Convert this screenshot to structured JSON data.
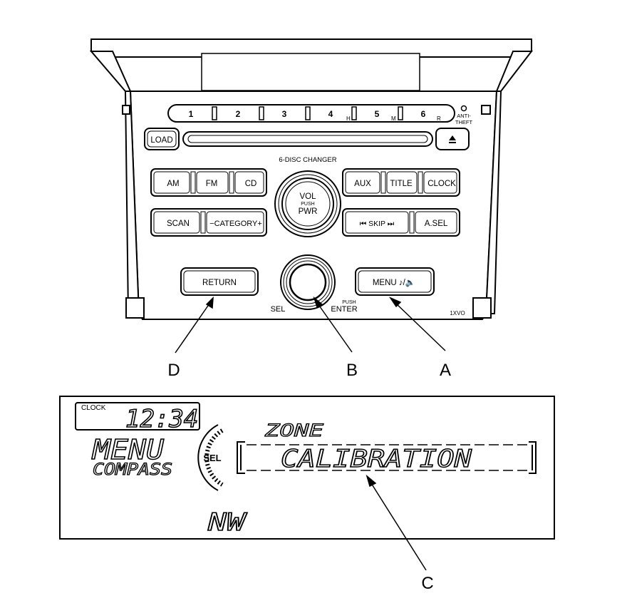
{
  "radio": {
    "presets": [
      "1",
      "2",
      "3",
      "4",
      "5",
      "6"
    ],
    "preset_sub": {
      "h": "H",
      "m": "M",
      "r": "R"
    },
    "antitheft": [
      "ANTI-",
      "THEFT"
    ],
    "load": "LOAD",
    "eject_icon": "eject-icon",
    "disc_changer": "6-DISC CHANGER",
    "am": "AM",
    "fm": "FM",
    "cd": "CD",
    "aux": "AUX",
    "title": "TITLE",
    "clock": "CLOCK",
    "vol": "VOL",
    "push": "PUSH",
    "pwr": "PWR",
    "scan": "SCAN",
    "category": "−CATEGORY+",
    "skip": "⏮ SKIP ⏭",
    "asel": "A.SEL",
    "return": "RETURN",
    "menu": "MENU ♪/🔈",
    "sel": "SEL",
    "enter_push": "PUSH",
    "enter": "ENTER",
    "model_code": "1XVO"
  },
  "callouts": {
    "a": "A",
    "b": "B",
    "c": "C",
    "d": "D"
  },
  "display": {
    "clock_label": "CLOCK",
    "time": "12:34",
    "menu": "MENU",
    "compass": "COMPASS",
    "zone": "ZONE",
    "calibration": "CALIBRATION",
    "sel": "SEL",
    "heading": "NW"
  }
}
